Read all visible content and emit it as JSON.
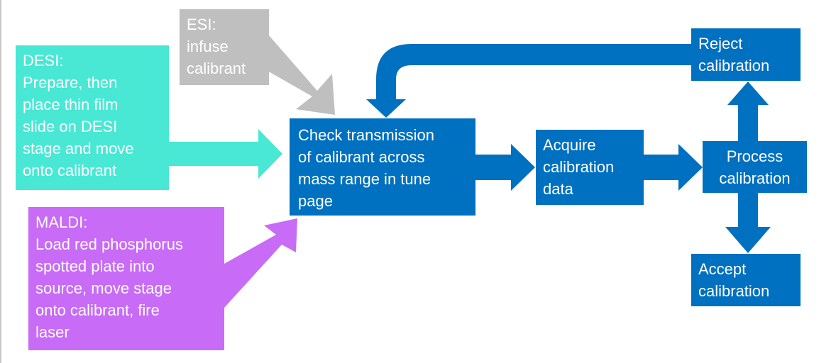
{
  "colors": {
    "blue": "#0070c0",
    "gray": "#bfbfbf",
    "cyan": "#48e8d4",
    "purple": "#c86bf7"
  },
  "nodes": {
    "esi": {
      "lines": [
        "ESI:",
        "infuse",
        "calibrant"
      ]
    },
    "desi": {
      "lines": [
        "DESI:",
        "Prepare, then",
        "place thin film",
        "slide on DESI",
        "stage and move",
        "onto calibrant"
      ]
    },
    "maldi": {
      "lines": [
        "MALDI:",
        "Load red phosphorus",
        "spotted plate into",
        "source, move stage",
        "onto calibrant, fire",
        "laser"
      ]
    },
    "check": {
      "lines": [
        "Check transmission",
        "of calibrant across",
        "mass range in tune",
        "page"
      ]
    },
    "acquire": {
      "lines": [
        "Acquire",
        "calibration",
        "data"
      ]
    },
    "process": {
      "lines": [
        "Process",
        "calibration"
      ]
    },
    "reject": {
      "lines": [
        "Reject",
        "calibration"
      ]
    },
    "accept": {
      "lines": [
        "Accept",
        "calibration"
      ]
    }
  }
}
